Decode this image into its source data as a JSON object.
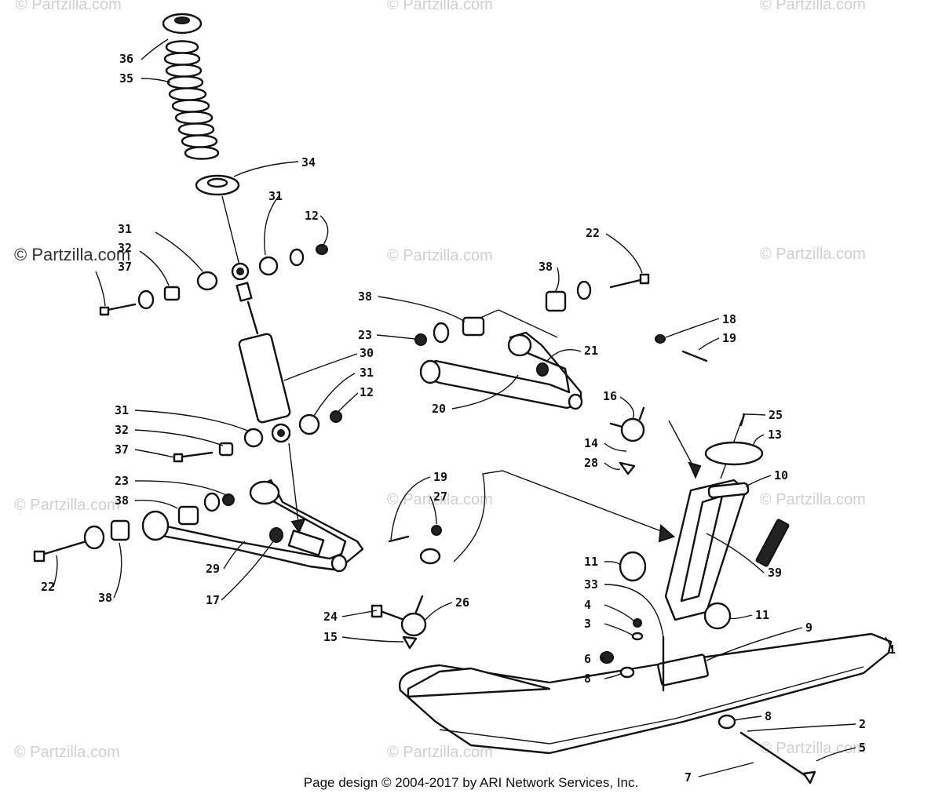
{
  "watermarks": [
    {
      "text": "© Partzilla.com"
    },
    {
      "text": "© Partzilla.com"
    },
    {
      "text": "© Partzilla.com"
    },
    {
      "text": "© Partzilla.com"
    },
    {
      "text": "© Partzilla.com"
    },
    {
      "text": "© Partzilla.com"
    },
    {
      "text": "© Partzilla.com"
    },
    {
      "text": "© Partzilla.com"
    },
    {
      "text": "© Partzilla.com"
    },
    {
      "text": "© Partzilla.com"
    },
    {
      "text": "© Partzilla.com"
    },
    {
      "text": "© Partzilla.com"
    }
  ],
  "callouts": [
    "36",
    "35",
    "34",
    "31",
    "12",
    "31",
    "32",
    "37",
    "22",
    "38",
    "38",
    "23",
    "21",
    "18",
    "19",
    "30",
    "31",
    "12",
    "31",
    "32",
    "37",
    "20",
    "16",
    "25",
    "13",
    "14",
    "28",
    "23",
    "38",
    "19",
    "27",
    "10",
    "22",
    "38",
    "29",
    "17",
    "11",
    "39",
    "33",
    "24",
    "26",
    "11",
    "15",
    "4",
    "3",
    "9",
    "1",
    "6",
    "8",
    "8",
    "2",
    "5",
    "7"
  ],
  "footer": "Page design © 2004-2017 by ARI Network Services, Inc."
}
